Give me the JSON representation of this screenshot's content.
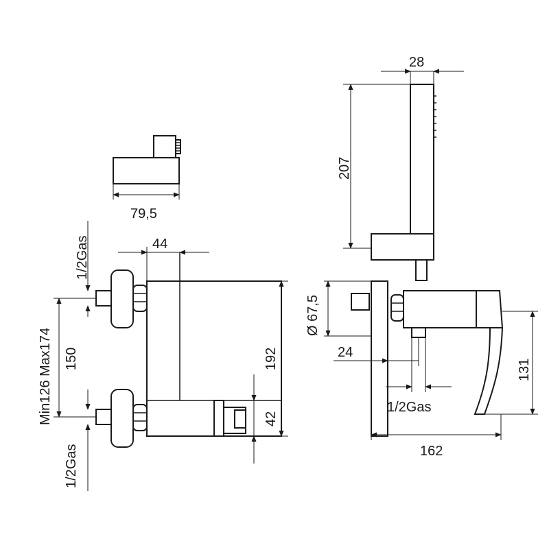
{
  "dimensions": {
    "hand_shower_width": "28",
    "hand_shower_length": "207",
    "holder_width": "79,5",
    "body_offset": "44",
    "inlet_thread_top": "1/2Gas",
    "inlet_thread_bottom": "1/2Gas",
    "inlet_range": "Min126  Max174",
    "inlet_centers": "150",
    "body_height": "192",
    "spout_height": "42",
    "escutcheon_diameter": "Ø 67,5",
    "wall_offset": "24",
    "outlet_thread": "1/2Gas",
    "lever_height": "131",
    "overall_depth": "162"
  },
  "colors": {
    "line": "#1a1a1a",
    "background": "#ffffff"
  }
}
